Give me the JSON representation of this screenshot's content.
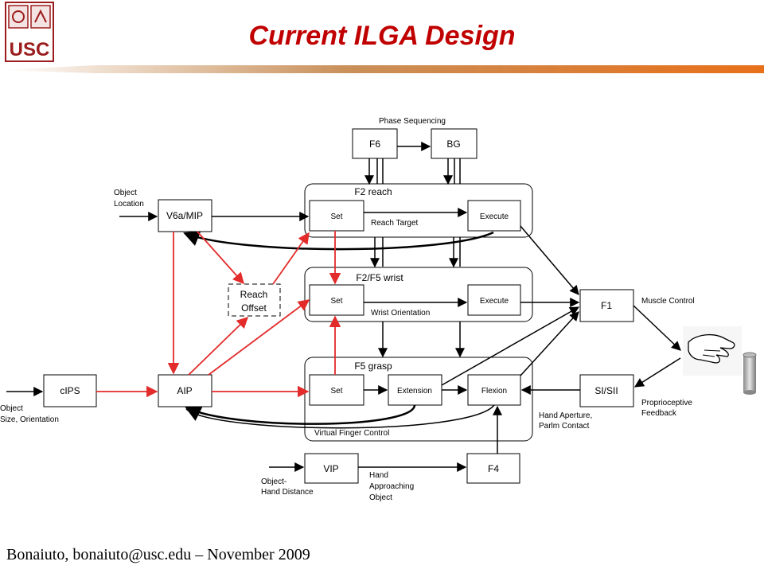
{
  "slide": {
    "title": "Current ILGA Design",
    "footer": "Bonaiuto, bonaiuto@usc.edu – November 2009",
    "accent_red": "#c00000",
    "bar_orange": "#e8701a",
    "logo_text": "USC"
  },
  "diagram": {
    "phase_sequencing": "Phase Sequencing",
    "f6": "F6",
    "bg": "BG",
    "f2_reach": {
      "title": "F2 reach",
      "set": "Set",
      "execute": "Execute",
      "reach_target": "Reach Target"
    },
    "f2f5_wrist": {
      "title": "F2/F5 wrist",
      "set": "Set",
      "execute": "Execute",
      "wrist_orientation": "Wrist Orientation"
    },
    "f5_grasp": {
      "title": "F5 grasp",
      "set": "Set",
      "extension": "Extension",
      "flexion": "Flexion",
      "virtual_finger": "Virtual Finger Control"
    },
    "v6a": "V6a/MIP",
    "reach_offset_line1": "Reach",
    "reach_offset_line2": "Offset",
    "cips": "cIPS",
    "aip": "AIP",
    "vip": "VIP",
    "f4": "F4",
    "f1": "F1",
    "sisii": "SI/SII",
    "object_location_line1": "Object",
    "object_location_line2": "Location",
    "object_size_line1": "Object",
    "object_size_line2": "Size, Orientation",
    "object_hand_line1": "Object-",
    "object_hand_line2": "Hand Distance",
    "hand_approaching_line1": "Hand",
    "hand_approaching_line2": "Approaching",
    "hand_approaching_line3": "Object",
    "hand_aperture_line1": "Hand Aperture,",
    "hand_aperture_line2": "Parlm Contact",
    "muscle_control": "Muscle Control",
    "proprioceptive_line1": "Proprioceptive",
    "proprioceptive_line2": "Feedback"
  }
}
